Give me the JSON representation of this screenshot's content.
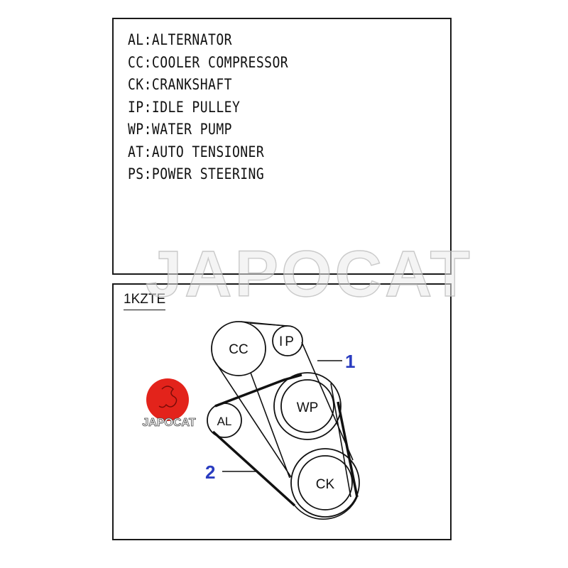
{
  "legend": {
    "items": [
      {
        "code": "AL",
        "name": "ALTERNATOR"
      },
      {
        "code": "CC",
        "name": "COOLER COMPRESSOR"
      },
      {
        "code": "CK",
        "name": "CRANKSHAFT"
      },
      {
        "code": "IP",
        "name": "IDLE PULLEY"
      },
      {
        "code": "WP",
        "name": "WATER PUMP"
      },
      {
        "code": "AT",
        "name": "AUTO TENSIONER"
      },
      {
        "code": "PS",
        "name": "POWER STEERING"
      }
    ],
    "lines": [
      "AL:ALTERNATOR",
      "CC:COOLER COMPRESSOR",
      "CK:CRANKSHAFT",
      "IP:IDLE PULLEY",
      "WP:WATER PUMP",
      "AT:AUTO TENSIONER",
      "PS:POWER STEERING"
    ]
  },
  "diagram": {
    "engine_code": "1KZTE",
    "pulleys": {
      "cc": "CC",
      "ip": "IP",
      "wp": "WP",
      "al": "AL",
      "ck": "CK"
    },
    "callouts": {
      "belt1": "1",
      "belt2": "2"
    },
    "callout_color": "#2a3cc0"
  },
  "watermark": {
    "text": "JAPOCAT",
    "logo_text": "JAPOCAT",
    "logo_color": "#e3231b"
  }
}
